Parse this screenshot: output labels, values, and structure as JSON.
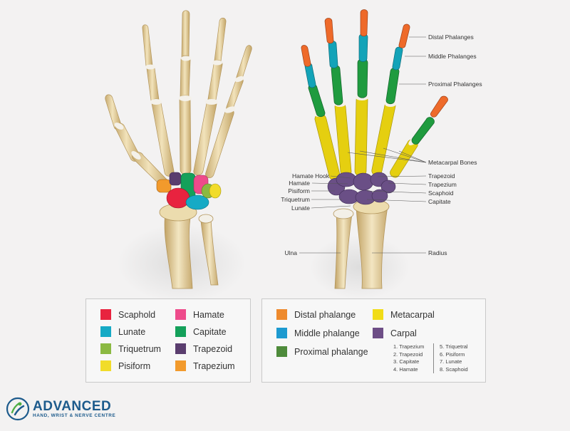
{
  "right_labels": {
    "distal_phalanges": "Distal Phalanges",
    "middle_phalanges": "Middle Phalanges",
    "proximal_phalanges": "Proximal Phalanges",
    "metacarpal_bones": "Metacarpal Bones",
    "trapezoid": "Trapezoid",
    "trapezium": "Trapezium",
    "scaphoid": "Scaphoid",
    "capitate": "Capitate",
    "radius": "Radius"
  },
  "left_labels": {
    "hamate_hook": "Hamate Hook",
    "hamate": "Hamate",
    "pisiform": "Pisiform",
    "triquetrum": "Triquetrum",
    "lunate": "Lunate",
    "ulna": "Ulna"
  },
  "legend_left": [
    {
      "label": "Scaphold",
      "color": "#e8233f"
    },
    {
      "label": "Hamate",
      "color": "#ee4b8b"
    },
    {
      "label": "Lunate",
      "color": "#16aac5"
    },
    {
      "label": "Capitate",
      "color": "#14a05a"
    },
    {
      "label": "Triquetrum",
      "color": "#8bb942"
    },
    {
      "label": "Trapezoid",
      "color": "#5a3d6e"
    },
    {
      "label": "Pisiform",
      "color": "#f1dc2a"
    },
    {
      "label": "Trapezium",
      "color": "#f29a2c"
    }
  ],
  "legend_right": [
    {
      "label": "Distal phalange",
      "color": "#ee8a2d"
    },
    {
      "label": "Metacarpal",
      "color": "#f1dc17"
    },
    {
      "label": "Middle phalange",
      "color": "#1d9ad0"
    },
    {
      "label": "Carpal",
      "color": "#6d4e86"
    },
    {
      "label": "Proximal phalange",
      "color": "#4e8b3b"
    }
  ],
  "carpal_list_a": [
    "1. Trapezium",
    "2. Trapezoid",
    "3. Capitate",
    "4. Hamate"
  ],
  "carpal_list_b": [
    "5. Triquetral",
    "6. Pisiform",
    "7. Lunate",
    "8. Scaphoid"
  ],
  "brand": {
    "name": "ADVANCED",
    "subtitle": "HAND, WRIST & NERVE CENTRE"
  },
  "colors": {
    "bone": "#e9d7a4",
    "bone_dark": "#bfa267",
    "joint": "#f4f1ea",
    "distal": "#ee6a2a",
    "middle": "#13a3b8",
    "proximal": "#1f9b3f",
    "metacarpal": "#e5cf10",
    "carpal": "#6a4f86"
  }
}
